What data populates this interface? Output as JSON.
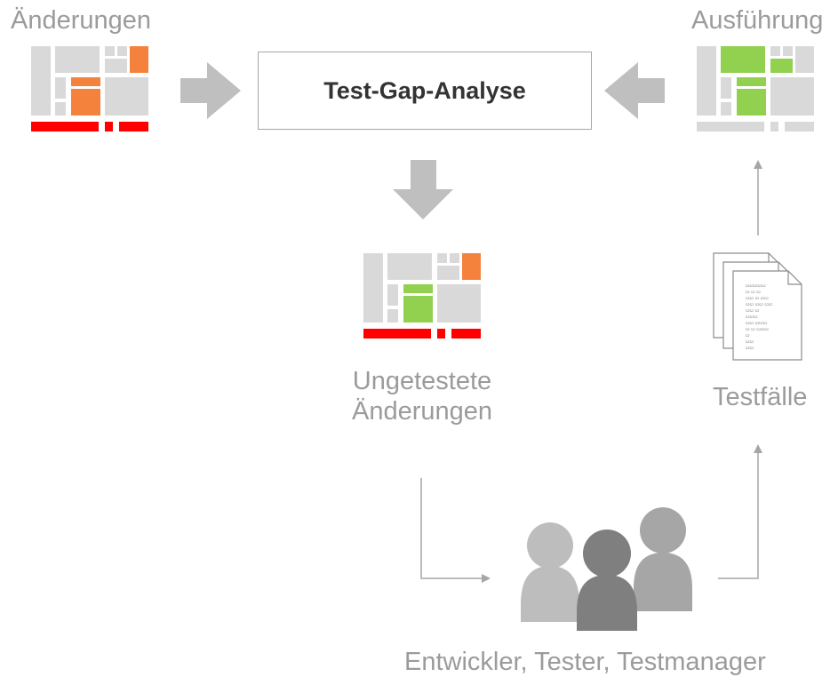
{
  "labels": {
    "changes": "Änderungen",
    "execution": "Ausführung",
    "analysis": "Test-Gap-Analyse",
    "untested_line1": "Ungetestete",
    "untested_line2": "Änderungen",
    "testcases": "Testfälle",
    "people": "Entwickler, Tester, Testmanager"
  },
  "document_lines": [
    "ꞷꞷꞷꞷꞷ",
    "ꞷ ꞷ ꞷ",
    "ꞷꞷ ꞷ ꞷꞷ",
    "ꞷꞷ ꞷꞷ ꞷꞷ",
    "ꞷꞷ ꞷ",
    "ꞷꞷꞷ",
    "ꞷꞷ ꞷꞷꞷ",
    "ꞷ ꞷ ꞷꞷꞷ",
    "ꞷ",
    "ꞷꞷ",
    "ꞷꞷ"
  ],
  "colors": {
    "gray_block": "#d9d9d9",
    "orange": "#f5823c",
    "green": "#92d050",
    "red": "#ff0000",
    "arrow": "#bfbfbf",
    "line": "#a6a6a6",
    "person_light": "#bdbdbd",
    "person_mid": "#a6a6a6",
    "person_dark": "#7f7f7f"
  },
  "icons": [
    "treemap-changes-icon",
    "treemap-execution-icon",
    "treemap-untested-icon",
    "documents-icon",
    "people-icon"
  ]
}
